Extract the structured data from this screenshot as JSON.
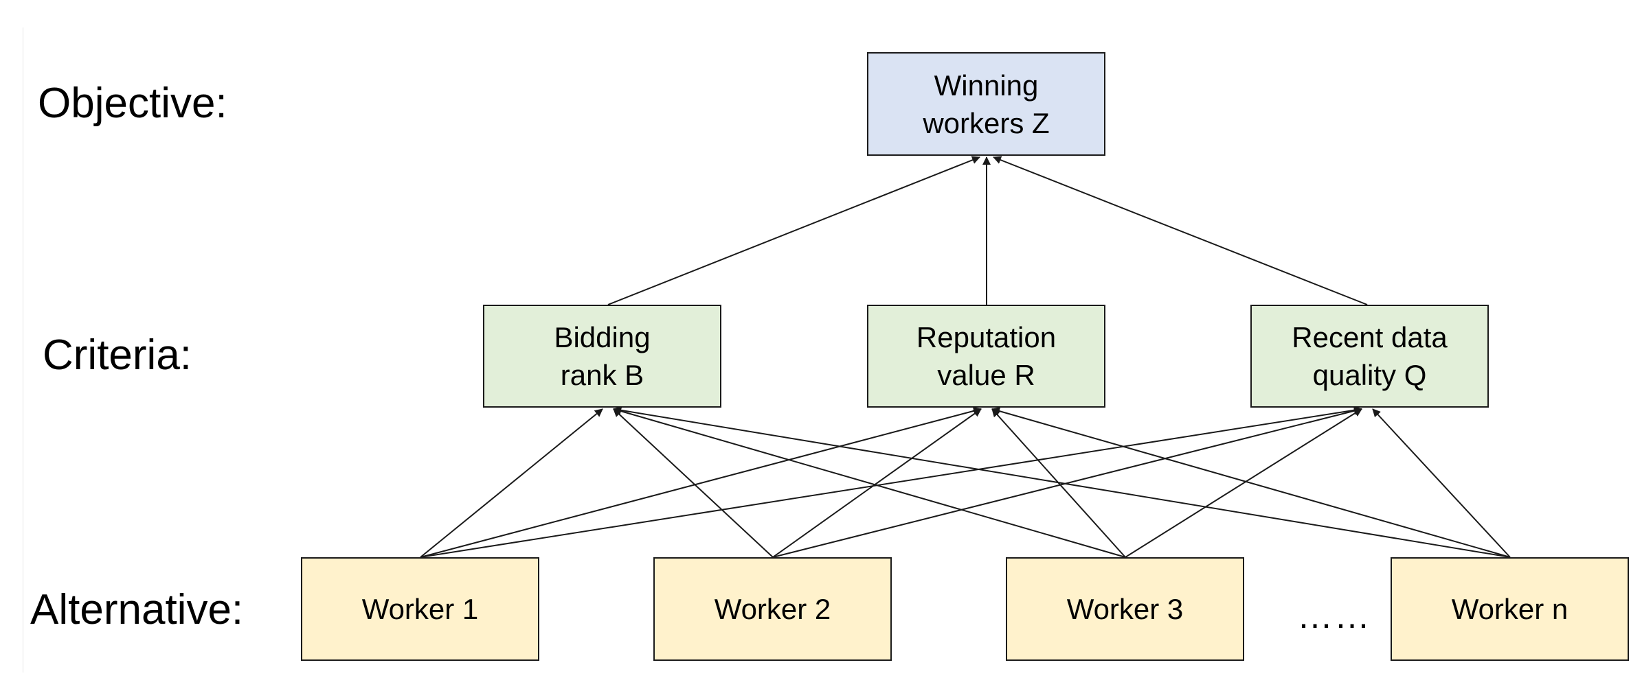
{
  "levels": {
    "objective": "Objective:",
    "criteria": "Criteria:",
    "alternative": "Alternative:"
  },
  "objective_node": {
    "line1": "Winning",
    "line2": "workers Z"
  },
  "criteria_nodes": [
    {
      "id": "B",
      "line1": "Bidding",
      "line2": "rank B"
    },
    {
      "id": "R",
      "line1": "Reputation",
      "line2": "value R"
    },
    {
      "id": "Q",
      "line1": "Recent data",
      "line2": "quality Q"
    }
  ],
  "alternative_nodes": [
    {
      "id": "w1",
      "label": "Worker 1"
    },
    {
      "id": "w2",
      "label": "Worker 2"
    },
    {
      "id": "w3",
      "label": "Worker 3"
    },
    {
      "id": "wn",
      "label": "Worker n"
    }
  ],
  "ellipsis": "……",
  "colors": {
    "objective_fill": "#dae3f3",
    "criteria_fill": "#e2efd9",
    "alternative_fill": "#fff2cc",
    "edge": "#1a1a1a"
  },
  "edges": [
    {
      "from": "B",
      "to": "Z"
    },
    {
      "from": "R",
      "to": "Z"
    },
    {
      "from": "Q",
      "to": "Z"
    },
    {
      "from": "w1",
      "to": "B"
    },
    {
      "from": "w1",
      "to": "R"
    },
    {
      "from": "w1",
      "to": "Q"
    },
    {
      "from": "w2",
      "to": "B"
    },
    {
      "from": "w2",
      "to": "R"
    },
    {
      "from": "w2",
      "to": "Q"
    },
    {
      "from": "w3",
      "to": "B"
    },
    {
      "from": "w3",
      "to": "R"
    },
    {
      "from": "w3",
      "to": "Q"
    },
    {
      "from": "wn",
      "to": "B"
    },
    {
      "from": "wn",
      "to": "R"
    },
    {
      "from": "wn",
      "to": "Q"
    }
  ]
}
